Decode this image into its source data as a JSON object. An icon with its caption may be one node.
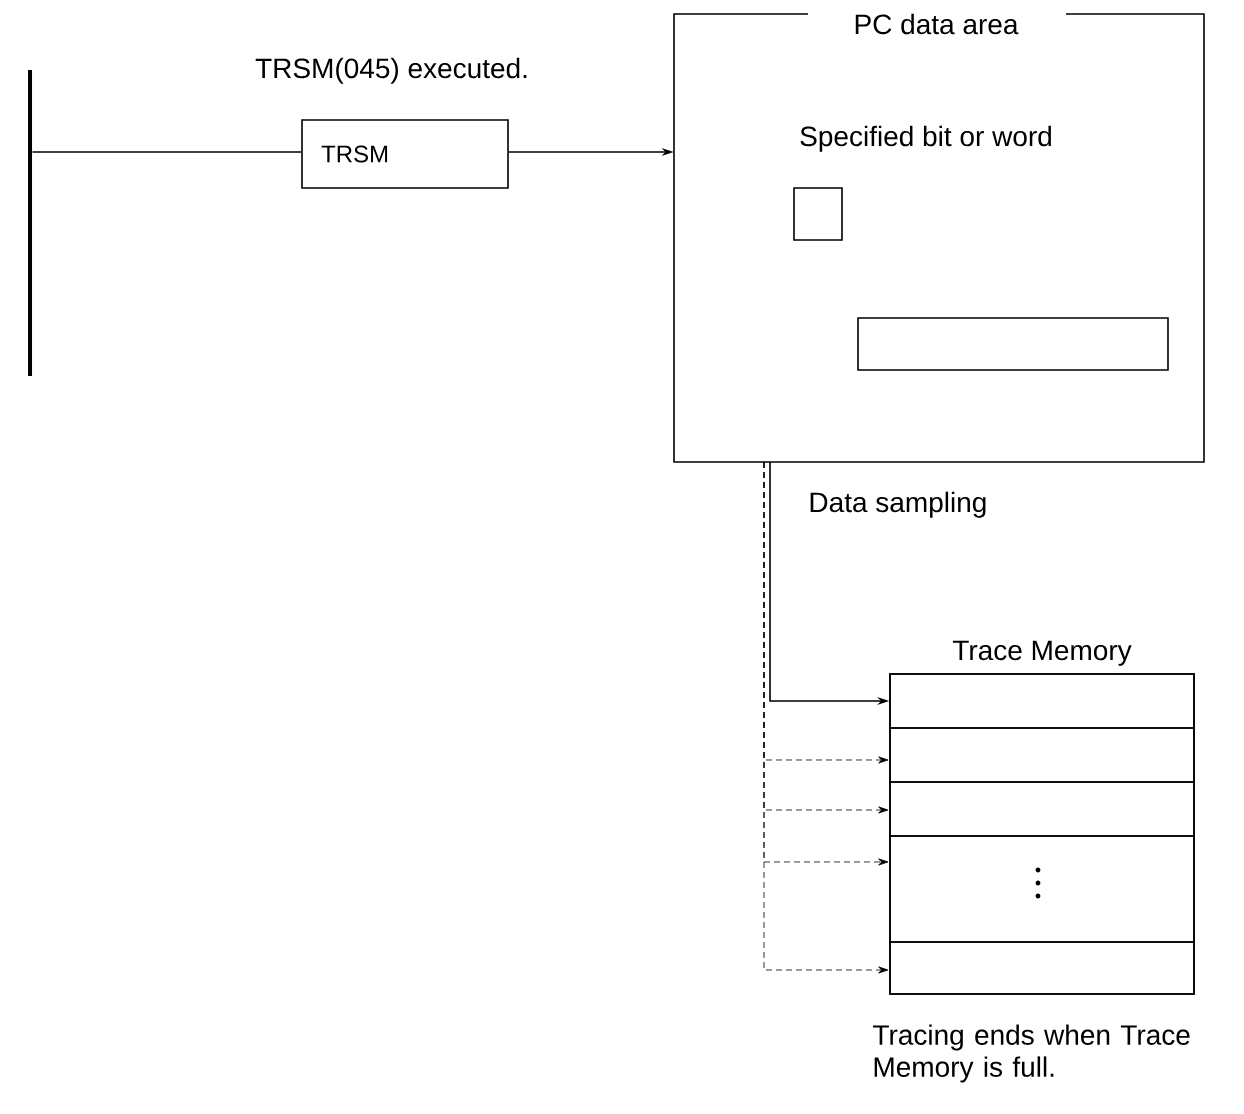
{
  "diagram": {
    "nodes": [
      {
        "text": [],
        "shape": "bar"
      },
      {
        "text": [
          "TRSM"
        ],
        "beside": [
          "TRSM(045) executed."
        ]
      },
      {
        "text": [
          "PC data area",
          "Specified bit or word"
        ]
      },
      {
        "text": [],
        "shape": "box",
        "in": 2
      },
      {
        "text": [],
        "shape": "box",
        "in": 2
      },
      {
        "text": [
          "Trace Memory"
        ]
      },
      {
        "text": [],
        "shape": "box",
        "in": 5
      },
      {
        "text": [],
        "shape": "box",
        "in": 5
      },
      {
        "text": [],
        "shape": "box",
        "in": 5
      },
      {
        "text": [],
        "shape": "box",
        "in": 5
      },
      {
        "text": [],
        "shape": "box",
        "in": 5
      }
    ],
    "edges": [
      {
        "from": 0,
        "to": 1,
        "arrow": "none"
      },
      {
        "from": 1,
        "to": 2,
        "arrow": "to"
      },
      {
        "from": 2,
        "to": 6,
        "arrow": "to",
        "label": "Data sampling"
      },
      {
        "from": 2,
        "to": 7,
        "arrow": "to",
        "style": "dashed"
      },
      {
        "from": 2,
        "to": 8,
        "arrow": "to",
        "style": "dashed"
      },
      {
        "from": 2,
        "to": 9,
        "arrow": "to",
        "style": "dashed"
      },
      {
        "from": 2,
        "to": 10,
        "arrow": "to",
        "style": "dashed"
      }
    ],
    "labels": [
      "Tracing ends when Trace Memory is full."
    ]
  }
}
